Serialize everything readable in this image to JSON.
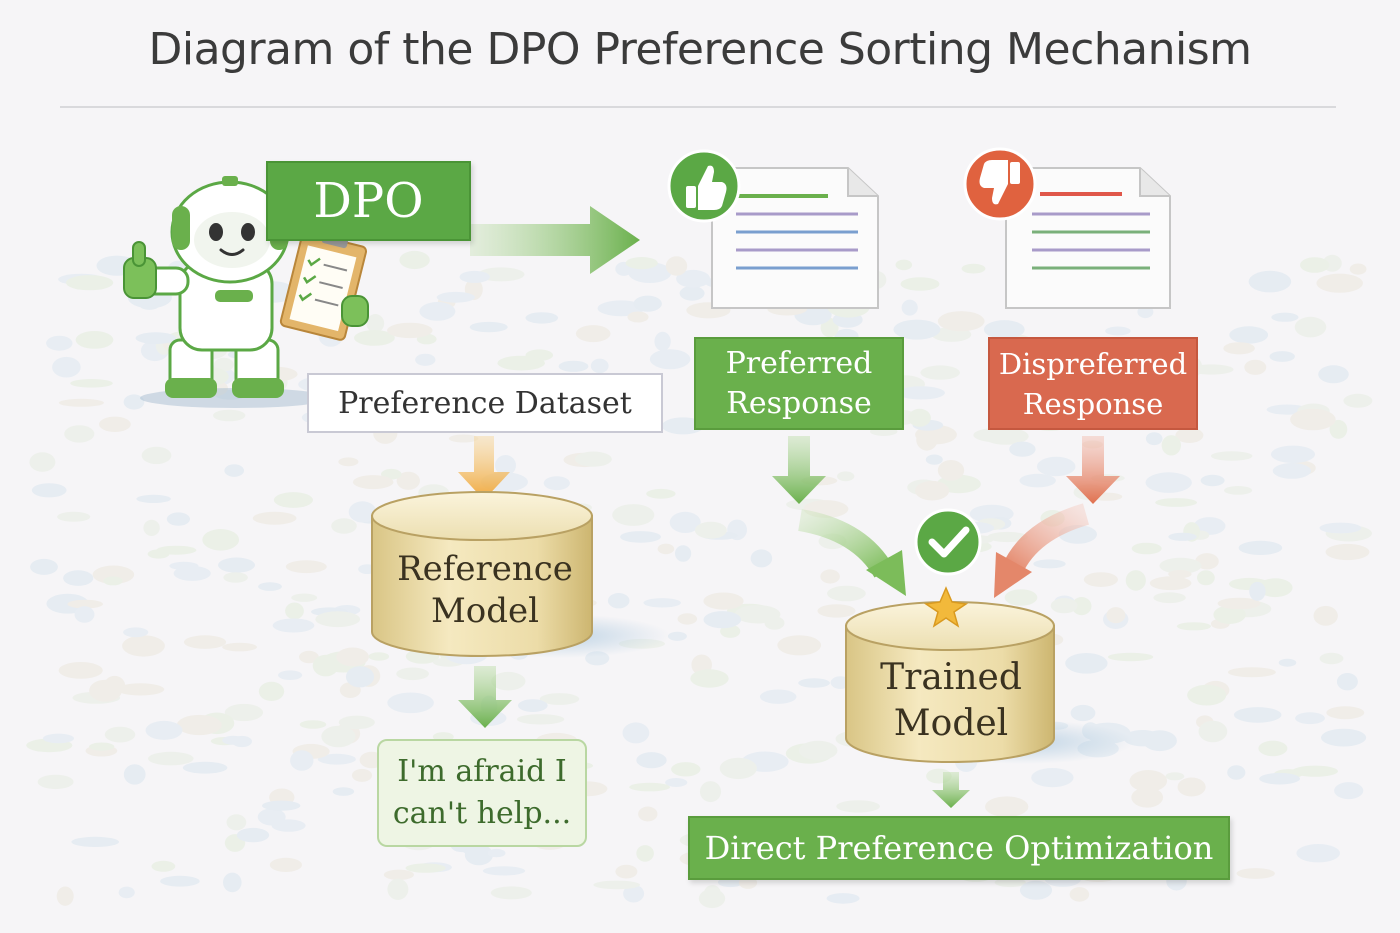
{
  "title": "Diagram of the DPO Preference Sorting Mechanism",
  "nodes": {
    "dpo_tag": "DPO",
    "preference_dataset": "Preference Dataset",
    "reference_model": [
      "Reference",
      "Model"
    ],
    "refusal_output": [
      "I'm afraid I",
      "can't help..."
    ],
    "preferred_response": [
      "Preferred",
      "Response"
    ],
    "dispreferred_response": [
      "Dispreferred",
      "Response"
    ],
    "trained_model": [
      "Trained",
      "Model"
    ],
    "direct_preference_optimization": "Direct Preference Optimization"
  },
  "icons": {
    "robot": "robot-mascot-icon",
    "clipboard": "checklist-clipboard-icon",
    "thumbs_up": "thumbs-up-icon",
    "thumbs_down": "thumbs-down-icon",
    "check": "check-badge-icon",
    "sparkle": "sparkle-icon"
  },
  "colors": {
    "green": "#6ab04c",
    "dark_green": "#4a9436",
    "red": "#d9694f",
    "orange": "#f0a73a",
    "cylinder": "#ecdca8",
    "text": "#3b3b3b"
  }
}
